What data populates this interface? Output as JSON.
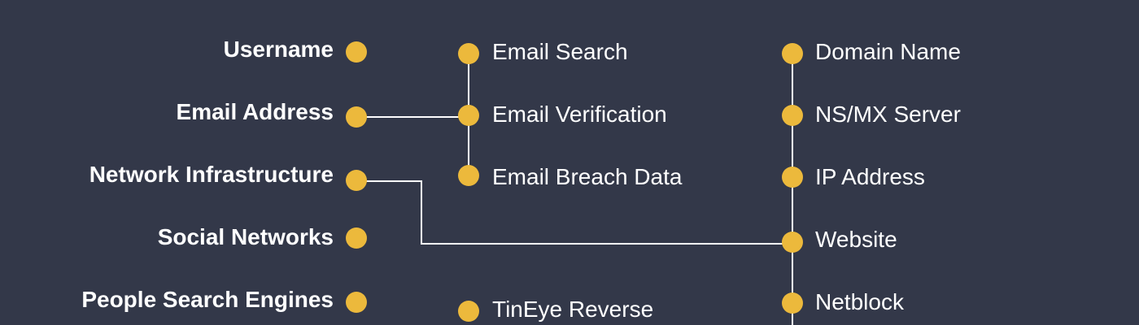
{
  "left_column": {
    "items": [
      {
        "label": "Username"
      },
      {
        "label": "Email Address"
      },
      {
        "label": "Network Infrastructure"
      },
      {
        "label": "Social Networks"
      },
      {
        "label": "People Search Engines"
      }
    ]
  },
  "email_column": {
    "items": [
      {
        "label": "Email Search"
      },
      {
        "label": "Email Verification"
      },
      {
        "label": "Email Breach Data"
      },
      {
        "label": "TinEye Reverse"
      }
    ]
  },
  "network_column": {
    "items": [
      {
        "label": "Domain Name"
      },
      {
        "label": "NS/MX Server"
      },
      {
        "label": "IP Address"
      },
      {
        "label": "Website"
      },
      {
        "label": "Netblock"
      }
    ]
  },
  "colors": {
    "background": "#333849",
    "node": "#ecb93c",
    "line": "#ffffff",
    "text": "#ffffff"
  }
}
